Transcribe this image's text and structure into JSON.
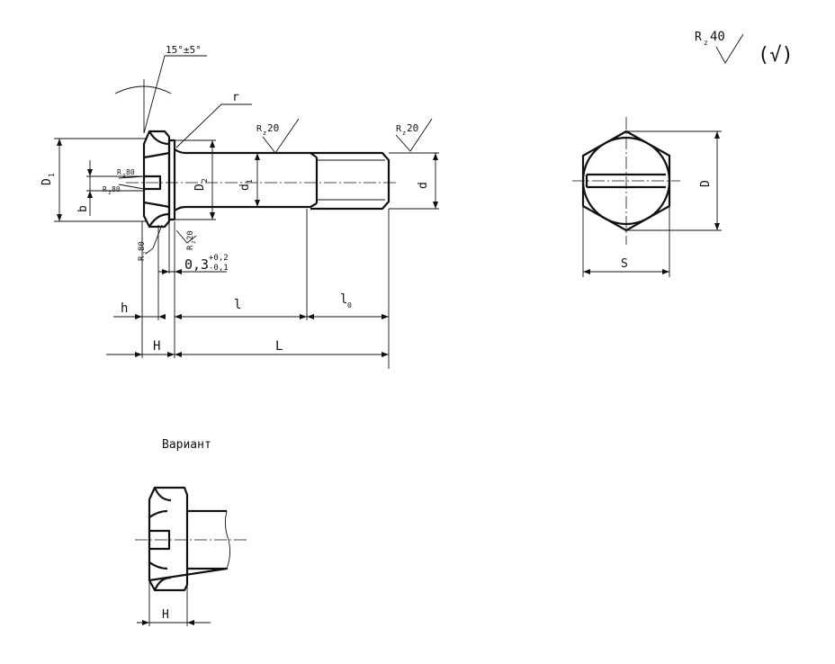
{
  "drawing": {
    "roughness_main": {
      "label": "R",
      "sub": "z",
      "value": "40"
    },
    "roughness_other": "(√)",
    "angle": "15°±5°",
    "labels": {
      "r": "r",
      "rz20_top_left": {
        "main": "R",
        "sub": "z",
        "val": "20"
      },
      "rz20_top_right": {
        "main": "R",
        "sub": "z",
        "val": "20"
      },
      "rz80_a": {
        "main": "R",
        "sub": "z",
        "val": "80"
      },
      "rz80_b": {
        "main": "R",
        "sub": "z",
        "val": "80"
      },
      "rz80_c": {
        "main": "R",
        "sub": "z",
        "val": "80"
      },
      "rz20_bottom": {
        "main": "R",
        "sub": "z",
        "val": "20"
      },
      "D1": {
        "main": "D",
        "sub": "1"
      },
      "D2": {
        "main": "D",
        "sub": "2"
      },
      "d1": {
        "main": "d",
        "sub": "1"
      },
      "d": "d",
      "b": "b",
      "tol_base": "0,3",
      "tol_plus": "+0,2",
      "tol_minus": "-0,1",
      "h": "h",
      "l": "l",
      "l0": {
        "main": "l",
        "sub": "0"
      },
      "H": "H",
      "L": "L",
      "D": "D",
      "S": "S",
      "variant_title": "Вариант",
      "variant_H": "H"
    }
  }
}
